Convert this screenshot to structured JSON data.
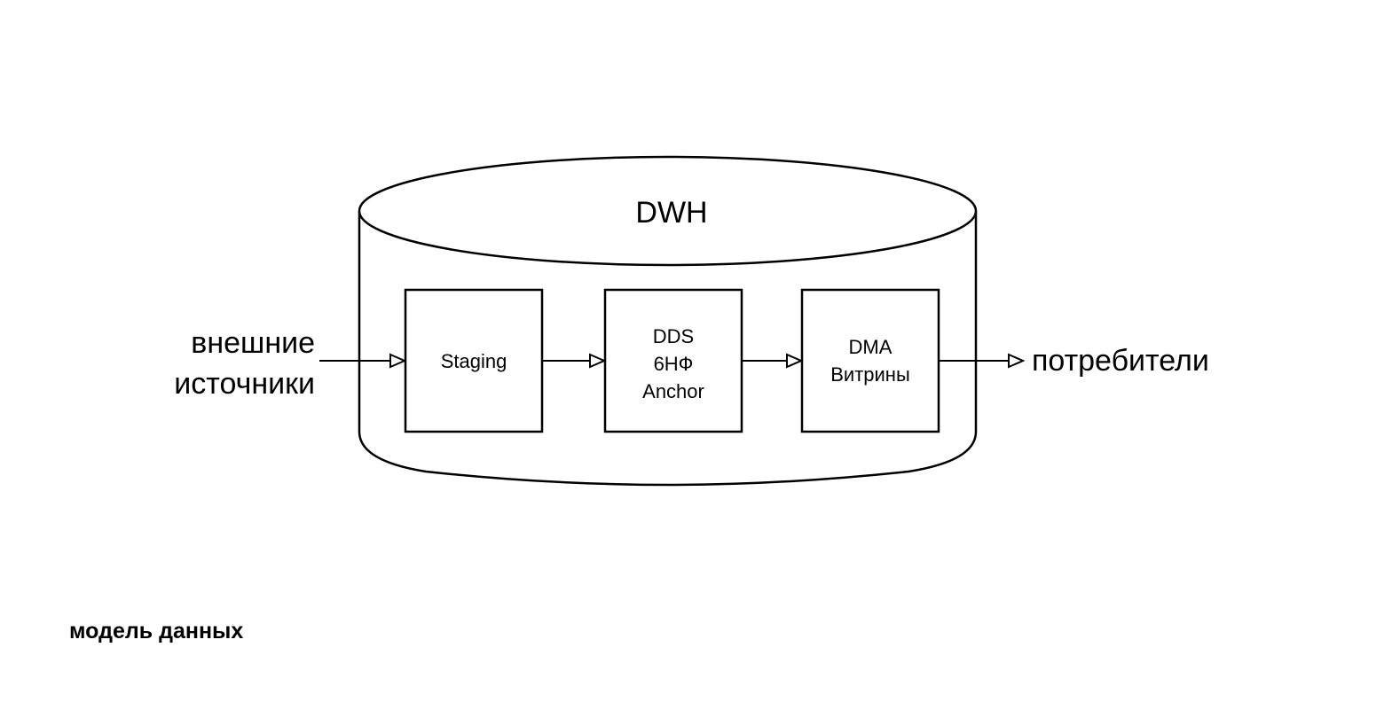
{
  "diagram": {
    "container": {
      "label": "DWH",
      "shape": "cylinder-icon"
    },
    "source": {
      "lines": [
        "внешние",
        "источники"
      ]
    },
    "consumer": {
      "label": "потребители"
    },
    "stages": [
      {
        "id": "staging",
        "lines": [
          "Staging"
        ]
      },
      {
        "id": "dds",
        "lines": [
          "DDS",
          "6НФ",
          "Anchor"
        ]
      },
      {
        "id": "dma",
        "lines": [
          "DMA",
          "Витрины"
        ]
      }
    ],
    "edges": [
      {
        "from": "source",
        "to": "staging",
        "arrow": "hollow-triangle"
      },
      {
        "from": "staging",
        "to": "dds",
        "arrow": "hollow-triangle"
      },
      {
        "from": "dds",
        "to": "dma",
        "arrow": "hollow-triangle"
      },
      {
        "from": "dma",
        "to": "consumer",
        "arrow": "hollow-triangle"
      }
    ]
  },
  "caption": "модель данных"
}
